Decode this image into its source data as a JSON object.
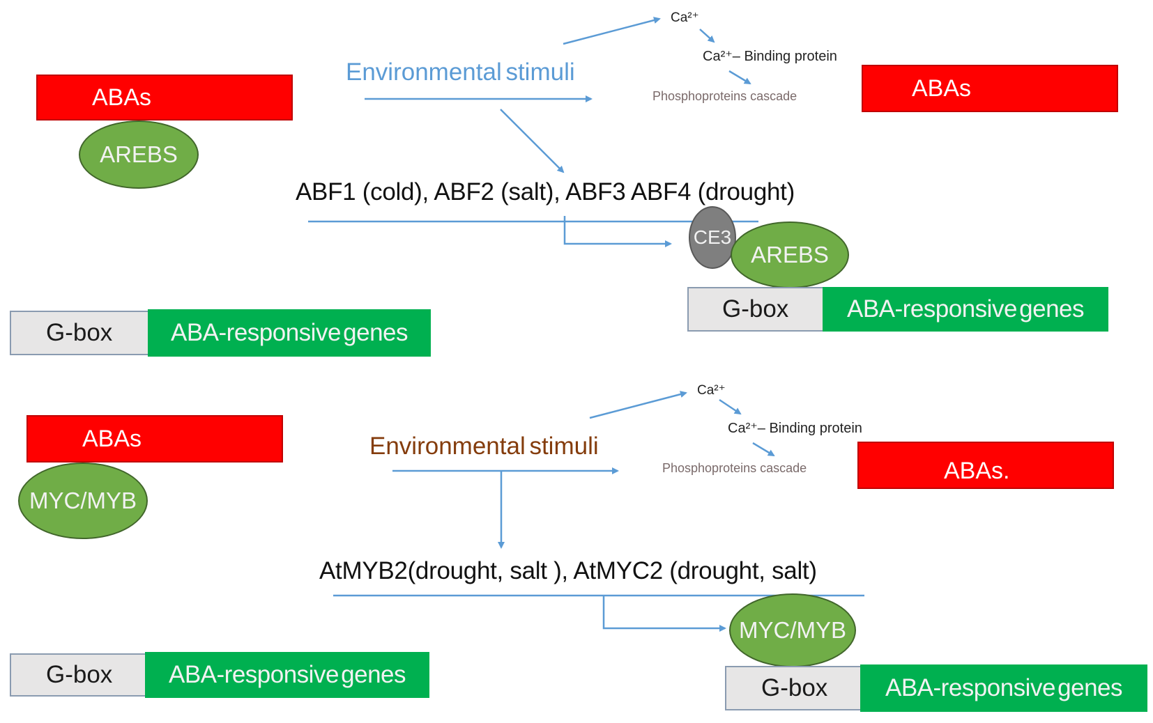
{
  "panel_top": {
    "left_abas": "ABAs",
    "left_arebs": "AREBS",
    "environmental_stimuli": "Environmental stimuli",
    "ca": "Ca²⁺",
    "ca_binding": "Ca²⁺– Binding  protein",
    "phospho": "Phosphoproteins cascade",
    "right_abas": "ABAs",
    "tf_line": "ABF1 (cold), ABF2 (salt), ABF3 ABF4 (drought)",
    "ce3": "CE3",
    "right_arebs": "AREBS",
    "right_gbox": "G-box",
    "right_genes": "ABA-responsive genes",
    "left_gbox": "G-box",
    "left_genes": "ABA-responsive genes"
  },
  "panel_bottom": {
    "left_abas": "ABAs",
    "left_myc": "MYC/MYB",
    "environmental_stimuli": "Environmental stimuli",
    "ca": "Ca²⁺",
    "ca_binding": "Ca²⁺– Binding  protein",
    "phospho": "Phosphoproteins cascade",
    "right_abas": "ABAs.",
    "tf_line": "AtMYB2(drought, salt ), AtMYC2 (drought, salt)",
    "right_myc": "MYC/MYB",
    "right_gbox": "G-box",
    "right_genes": "ABA-responsive genes",
    "left_gbox": "G-box",
    "left_genes": "ABA-responsive genes"
  },
  "colors": {
    "abas": "#ff0000",
    "genes": "#00b050",
    "protein": "#70ad47",
    "arrow": "#5b9bd5"
  }
}
